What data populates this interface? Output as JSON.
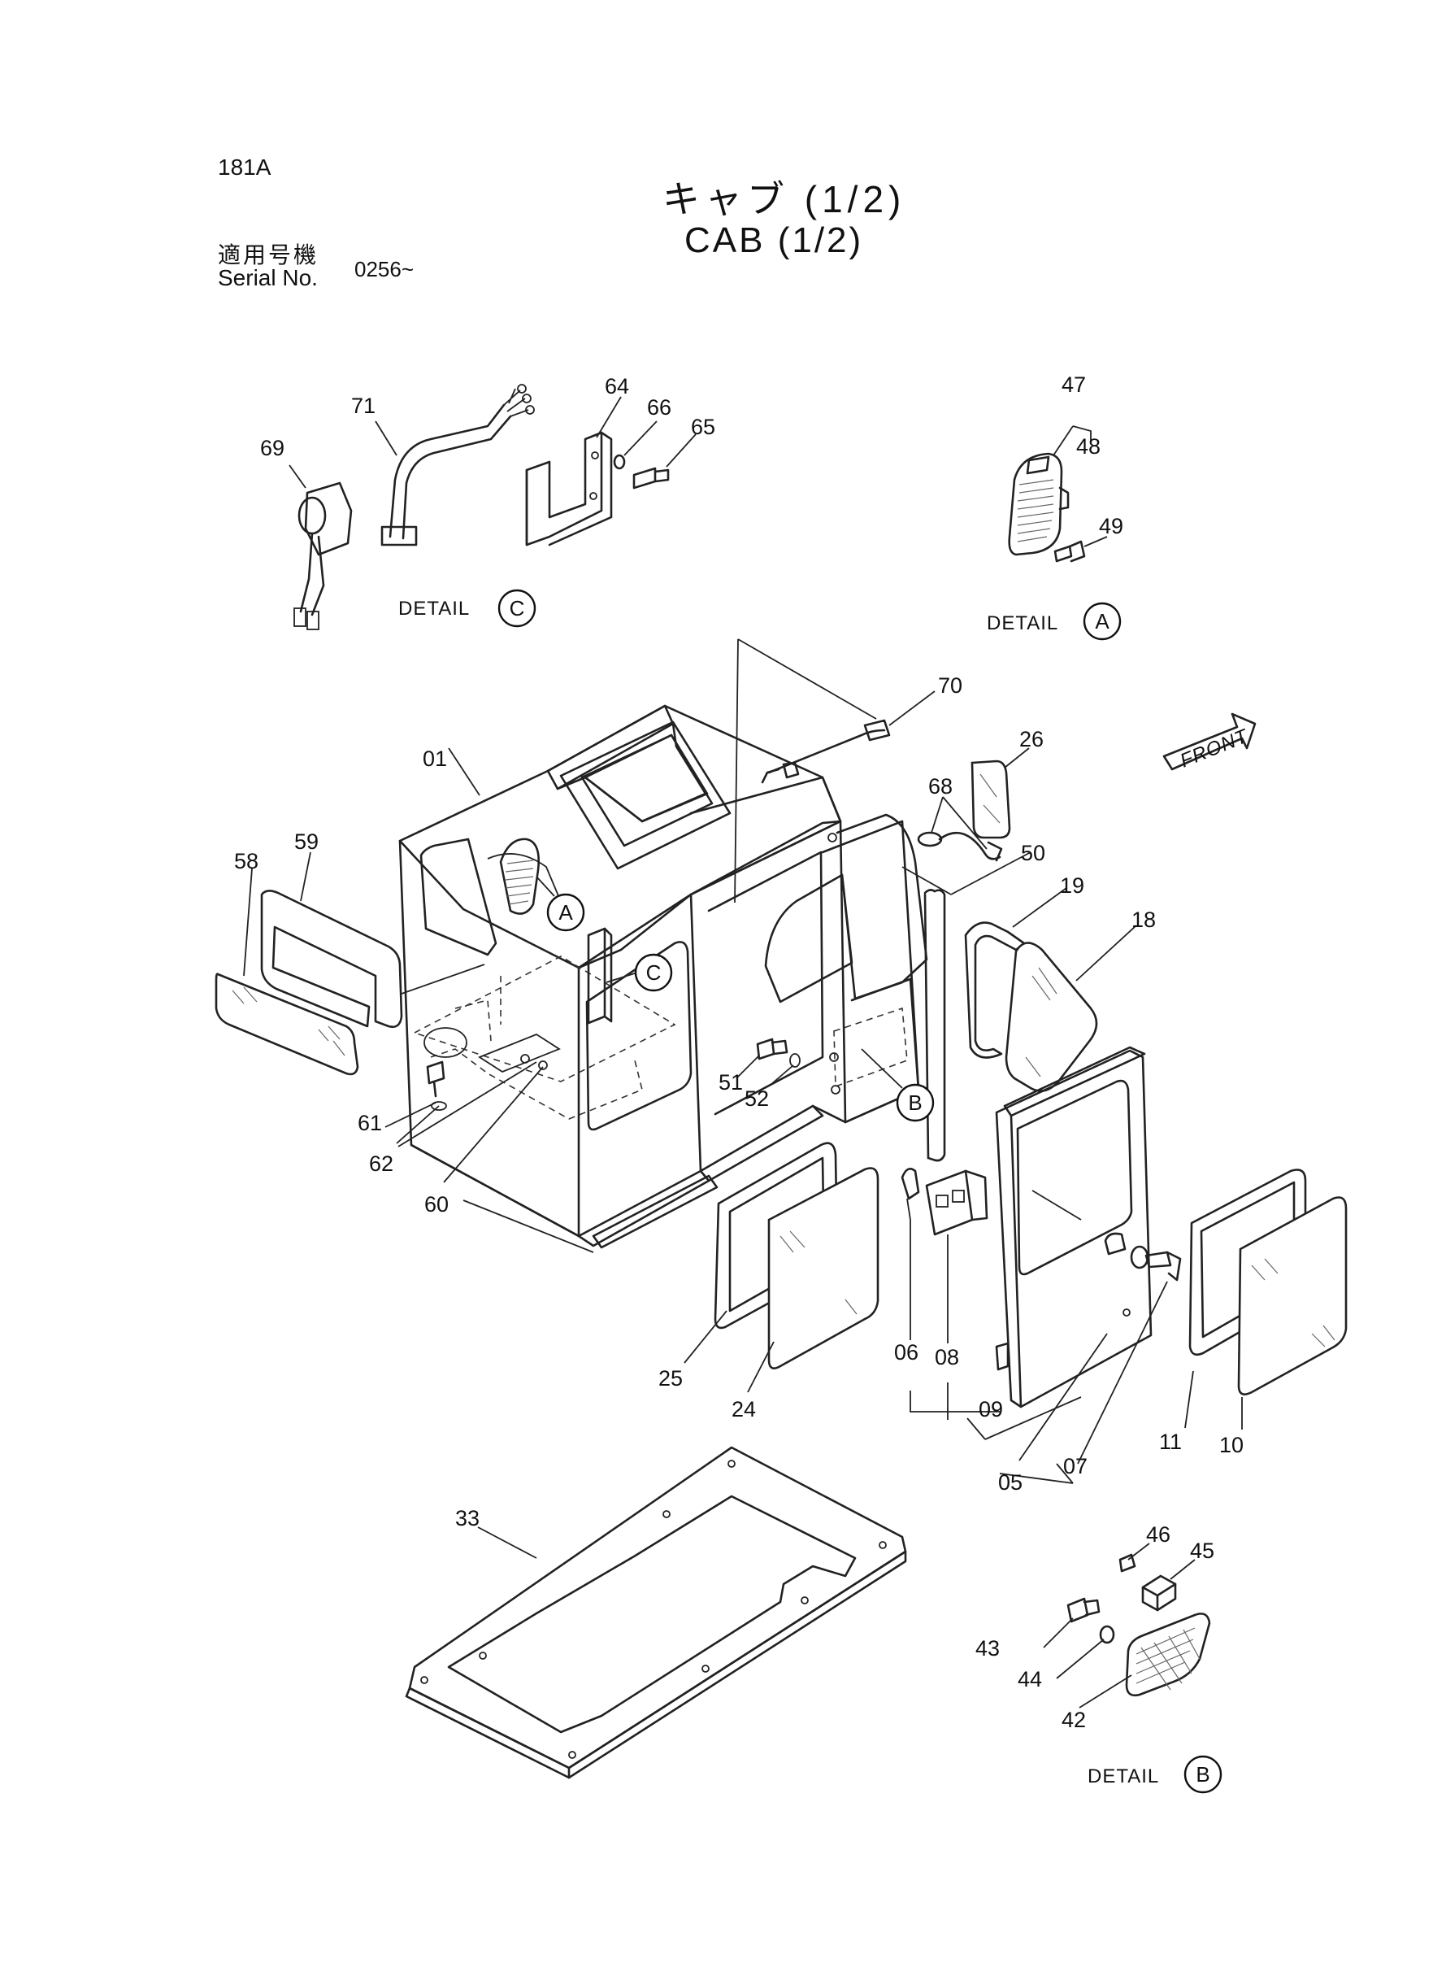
{
  "header": {
    "page_code": "181A",
    "title_jp": "キャブ (1/2)",
    "title_en": "CAB (1/2)",
    "serial_label_jp": "適用号機",
    "serial_label_en": "Serial No.",
    "serial_value": "0256~"
  },
  "details": {
    "c": {
      "label": "DETAIL",
      "letter": "C"
    },
    "a": {
      "label": "DETAIL",
      "letter": "A"
    },
    "b": {
      "label": "DETAIL",
      "letter": "B"
    }
  },
  "callouts": {
    "a": "A",
    "b": "B",
    "c": "C"
  },
  "front_label": "FRONT",
  "parts": {
    "p01": "01",
    "p05": "05",
    "p06": "06",
    "p07": "07",
    "p08": "08",
    "p09": "09",
    "p10": "10",
    "p11": "11",
    "p18": "18",
    "p19": "19",
    "p24": "24",
    "p25": "25",
    "p26": "26",
    "p33": "33",
    "p42": "42",
    "p43": "43",
    "p44": "44",
    "p45": "45",
    "p46": "46",
    "p47": "47",
    "p48": "48",
    "p49": "49",
    "p50": "50",
    "p51": "51",
    "p52": "52",
    "p58": "58",
    "p59": "59",
    "p60": "60",
    "p61": "61",
    "p62": "62",
    "p64": "64",
    "p65": "65",
    "p66": "66",
    "p68": "68",
    "p69": "69",
    "p70": "70",
    "p71": "71"
  }
}
